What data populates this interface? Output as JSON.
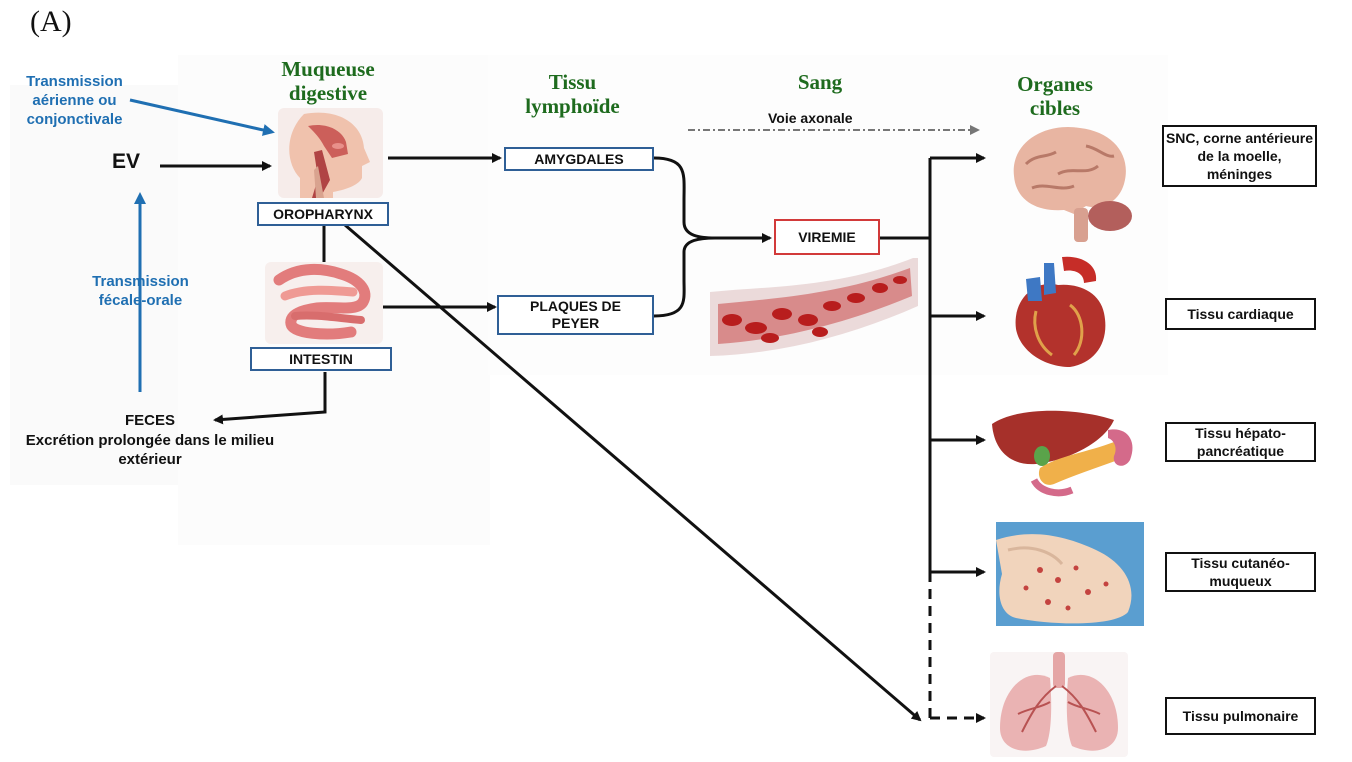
{
  "panel_label": "(A)",
  "headers": {
    "muqueuse": "Muqueuse digestive",
    "tissu": "Tissu lymphoïde",
    "sang": "Sang",
    "organes": "Organes cibles"
  },
  "transmission": {
    "air": "Transmission aérienne ou conjonctivale",
    "fecal": "Transmission fécale-orale"
  },
  "ev": "EV",
  "feces": {
    "title": "FECES",
    "desc": "Excrétion prolongée dans le milieu extérieur"
  },
  "boxes": {
    "oropharynx": "OROPHARYNX",
    "intestin": "INTESTIN",
    "amygdales": "AMYGDALES",
    "peyer": "PLAQUES DE PEYER",
    "viremie": "VIREMIE"
  },
  "voie_axonale": "Voie axonale",
  "targets": {
    "snc": "SNC, corne antérieure de la moelle, méninges",
    "cardiaque": "Tissu cardiaque",
    "hepato": "Tissu hépato-pancréatique",
    "cutaneo": "Tissu cutanéo-muqueux",
    "pulmonaire": "Tissu pulmonaire"
  },
  "colors": {
    "header_green": "#1e6b1e",
    "transmission_blue": "#1f6fb2",
    "box_border_blue": "#2f5f96",
    "viremie_red": "#d23a3a"
  }
}
